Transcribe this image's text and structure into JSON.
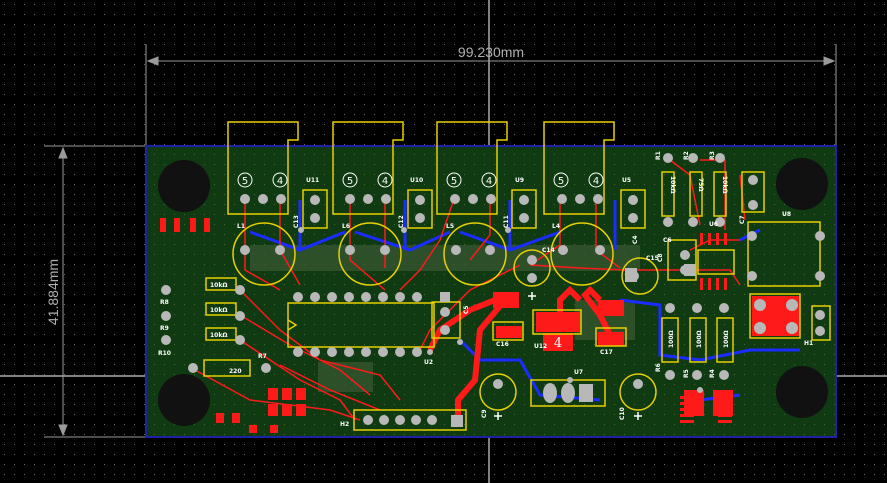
{
  "dimensions": {
    "width_label": "99.230mm",
    "height_label": "41.884mm"
  },
  "colors": {
    "background": "#000000",
    "board": "#0f3a12",
    "board_outline": "#1e22a8",
    "silkscreen": "#e8d000",
    "copper_top": "#ff1a1a",
    "copper_bottom": "#1a2cff",
    "pad": "#c8c8c8",
    "dimension_line": "#9a9a9a",
    "crosshair": "#ffffff"
  },
  "labels": {
    "u11": "U11",
    "u10": "U10",
    "u9": "U9",
    "u5": "U5",
    "u8": "U8",
    "u6": "U6",
    "u2": "U2",
    "u7": "U7",
    "u12": "U12",
    "l1": "L1",
    "l6": "L6",
    "l5": "L5",
    "l4": "L4",
    "c13": "C13",
    "c12": "C12",
    "c11": "C11",
    "c5": "C5",
    "c4": "C4",
    "c6": "C6",
    "c7": "C7",
    "c8": "C8",
    "c9": "C9",
    "c10": "C10",
    "c14": "C14",
    "c15": "C15",
    "c16": "C16",
    "c17": "C17",
    "r1": "R1",
    "r2": "R2",
    "r3": "R3",
    "r4": "R4",
    "r5": "R5",
    "r6": "R6",
    "r7": "R7",
    "r8": "R8",
    "r9": "R9",
    "r10": "R10",
    "h1": "H1",
    "h2": "H2",
    "pin5": "5",
    "pin4": "4",
    "pad4": "4",
    "val_10k_1": "10kΩ",
    "val_10k_2": "10kΩ",
    "val_10k_3": "10kΩ",
    "val_220": "220",
    "val_10k_v1": "10kΩ",
    "val_75": "75Ω",
    "val_10k_v2": "10kΩ",
    "val_100_1": "100Ω",
    "val_100_2": "100Ω",
    "val_100_3": "100Ω"
  }
}
